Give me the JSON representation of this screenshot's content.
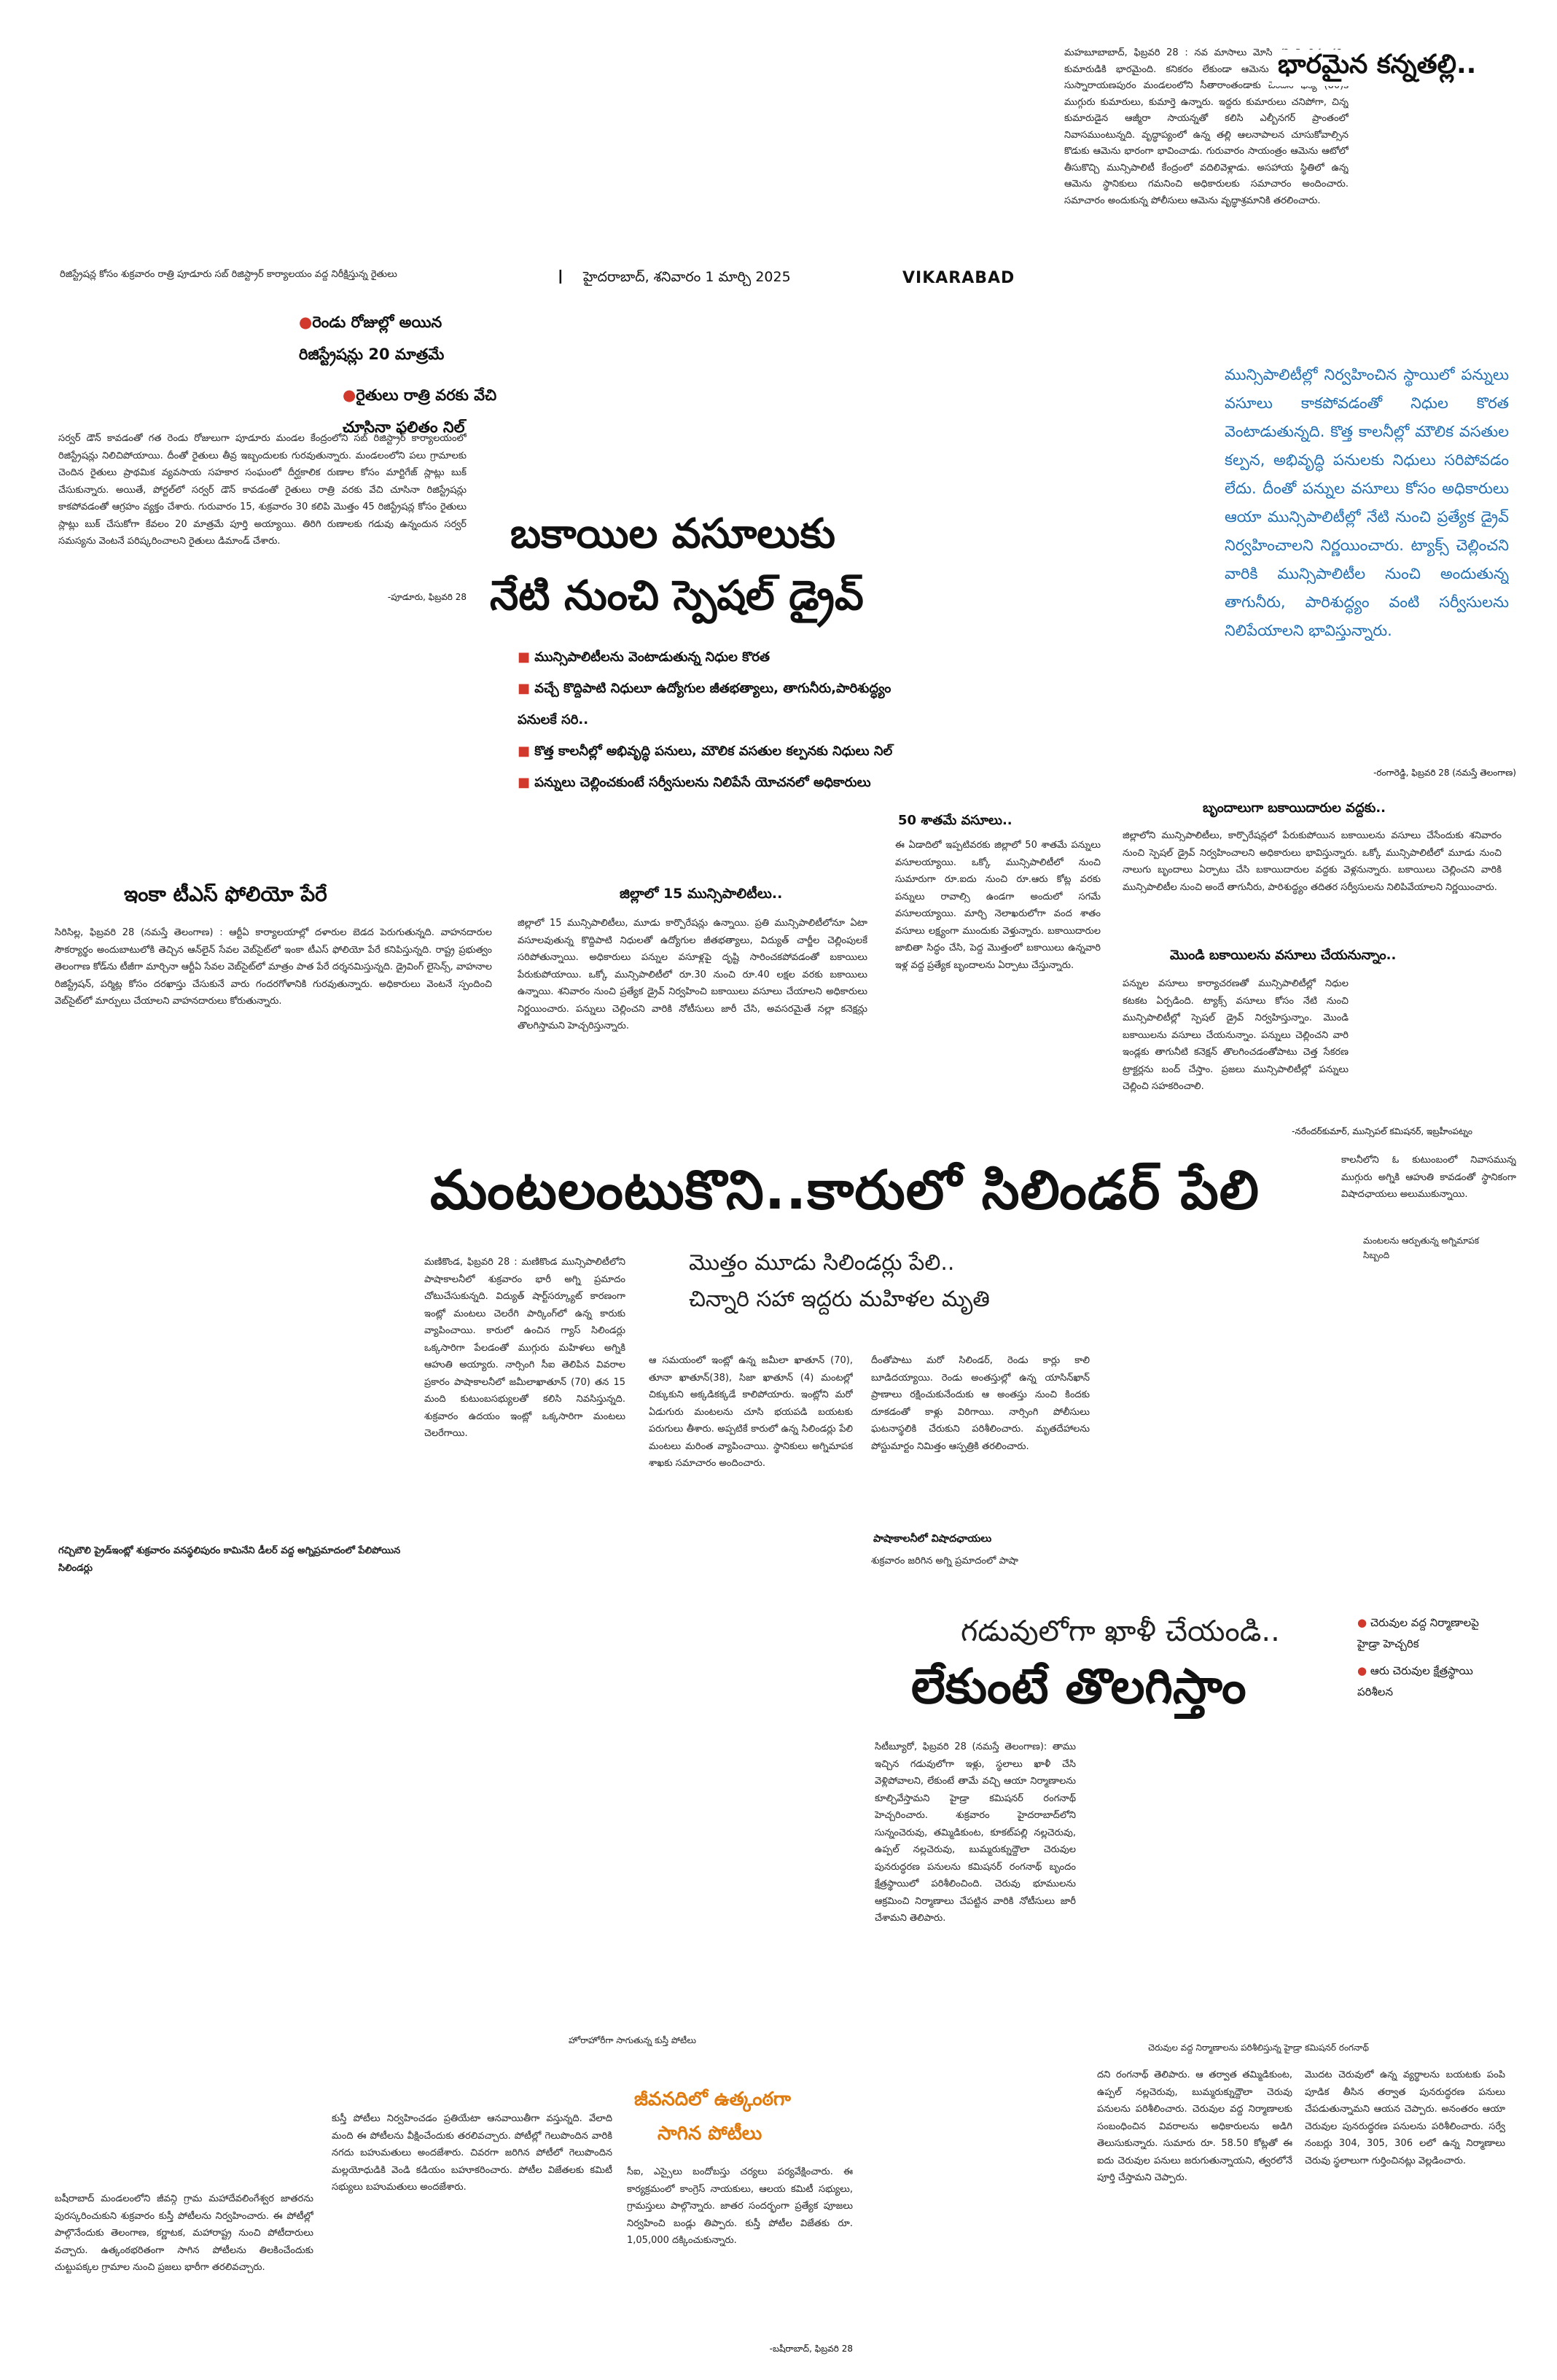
{
  "header": {
    "date_line": "హైదరాబాద్‌, శనివారం 1 మార్చి 2025",
    "edition": "VIKARABAD",
    "page_mark": "I"
  },
  "story_mother": {
    "title": "భారమైన కన్నతల్లి..",
    "body": "మహబూబాబాద్‌, ఫిబ్రవరి 28 : నవ మాసాలు మోసి..కని పెంచిన తల్లి.. కుమారుడికి భారమైంది. కనికరం లేకుండా ఆమెను రోడ్డున వదిలాడు. సుస్నారాయణపురం మండలంలోని సీతారాంతండాకు చెందిన భక్యీ (80)కి ముగ్గురు కుమారులు, కుమార్తె ఉన్నారు. ఇద్దరు కుమారులు చనిపోగా, చిన్న కుమారుడైన ఆజ్మీరా సాయన్నతో కలిసి ఎల్బీనగర్‌ ప్రాంతంలో నివాసముంటున్నది. వృద్ధాప్యంలో ఉన్న తల్లి ఆలనాపాలన చూసుకోవాల్సిన కొడుకు ఆమెను భారంగా భావించాడు. గురువారం సాయంత్రం ఆమెను ఆటోలో తీసుకొచ్చి మున్సిపాలిటీ కేంద్రంలో వదిలివెళ్లాడు. అసహాయ స్థితిలో ఉన్న ఆమెను స్థానికులు గమనించి అధికారులకు సమాచారం అందించారు. సమాచారం అందుకున్న పోలీసులు ఆమెను వృద్ధాశ్రమానికి తరలించారు."
  },
  "story_registration": {
    "caption": "రిజిస్ట్రేషన్ల కోసం శుక్రవారం రాత్రి పూడూరు సబ్‌ రిజిస్ట్రార్‌ కార్యాలయం వద్ద నిరీక్షిస్తున్న రైతులు",
    "bullets": [
      "రెండు రోజుల్లో అయిన రిజిస్ట్రేషన్లు 20 మాత్రమే",
      "రైతులు రాత్రి వరకు వేచి చూసినా ఫలితం నిల్‌"
    ],
    "body": "సర్వర్‌ డౌన్‌ కావడంతో గత రెండు రోజులుగా పూడూరు మండల కేంద్రంలోని సబ్‌ రిజిస్ట్రార్‌ కార్యాలయంలో రిజిస్ట్రేషన్లు నిలిచిపోయాయి. దీంతో రైతులు తీవ్ర ఇబ్బందులకు గురవుతున్నారు. మండలంలోని పలు గ్రామాలకు చెందిన రైతులు ప్రాథమిక వ్యవసాయ సహకార సంఘంలో దీర్ఘకాలిక రుణాల కోసం మార్టిగేజ్‌ స్లాట్లు బుక్‌ చేసుకున్నారు. అయితే, పోర్టల్‌లో సర్వర్‌ డౌన్‌ కావడంతో రైతులు రాత్రి వరకు వేచి చూసినా రిజిస్ట్రేషన్లు కాకపోవడంతో ఆగ్రహం వ్యక్తం చేశారు. గురువారం 15, శుక్రవారం 30 కలిపి మొత్తం 45 రిజిస్ట్రేషన్ల కోసం రైతులు స్లాట్లు బుక్‌ చేసుకోగా కేవలం 20 మాత్రమే పూర్తి అయ్యాయి. తిరిగి రుణాలకు గడువు ఉన్నందున సర్వర్‌ సమస్యను వెంటనే పరిష్కరించాలని రైతులు డిమాండ్‌ చేశారు.",
    "byline": "-పూడూరు, ఫిబ్రవరి 28"
  },
  "story_arrears": {
    "title_line1": "బకాయిల వసూలుకు",
    "title_line2": "నేటి నుంచి స్పెషల్‌ డ్రైవ్‌",
    "bullets": [
      "మున్సిపాలిటీలను వెంటాడుతున్న నిధుల కొరత",
      "వచ్చే కొద్దిపాటి నిధులూ ఉద్యోగుల జీతభత్యాలు, తాగునీరు,పారిశుద్ధ్యం పనులకే సరి..",
      "కొత్త కాలనీల్లో అభివృద్ధి పనులు, మౌలిక వసతుల కల్పనకు నిధులు నిల్‌",
      "పన్నులు చెల్లించకుంటే సర్వీసులను నిలిపేసే యోచనలో అధికారులు"
    ],
    "sub_head": "జిల్లాలో 15 మున్సిపాలిటీలు..",
    "body1": "జిల్లాలో 15 మున్సిపాలిటీలు, మూడు కార్పొరేషన్లు ఉన్నాయి. ప్రతి మున్సిపాలిటీలోనూ ఏటా వసూలవుతున్న కొద్దిపాటి నిధులతో ఉద్యోగుల జీతభత్యాలు, విద్యుత్‌ చార్జీల చెల్లింపులకే సరిపోతున్నాయి. అధికారులు పన్నుల వసూళ్లపై దృష్టి సారించకపోవడంతో బకాయిలు పేరుకుపోయాయి. ఒక్కో మున్సిపాలిటీలో రూ.30 నుంచి రూ.40 లక్షల వరకు బకాయిలు ఉన్నాయి. శనివారం నుంచి ప్రత్యేక డ్రైవ్‌ నిర్వహించి బకాయిలు వసూలు చేయాలని అధికారులు నిర్ణయించారు. పన్నులు చెల్లించని వారికి నోటీసులు జారీ చేసి, అవసరమైతే నల్లా కనెక్షన్లు తొలగిస్తామని హెచ్చరిస్తున్నారు.",
    "sub_head2": "50 శాతమే వసూలు..",
    "body2": "ఈ ఏడాదిలో ఇప్పటివరకు జిల్లాలో 50 శాతమే పన్నులు వసూలయ్యాయి. ఒక్కో మున్సిపాలిటీలో నుంచి సుమారుగా రూ.ఐదు నుంచి రూ.ఆరు కోట్ల వరకు పన్నులు రావాల్సి ఉండగా అందులో సగమే వసూలయ్యాయి. మార్చి నెలాఖరులోగా వంద శాతం వసూలు లక్ష్యంగా ముందుకు వెళ్తున్నారు. బకాయిదారుల జాబితా సిద్ధం చేసి, పెద్ద మొత్తంలో బకాయిలు ఉన్నవారి ఇళ్ల వద్ద ప్రత్యేక బృందాలను ఏర్పాటు చేస్తున్నారు."
  },
  "story_blue": {
    "body": "మున్సిపాలిటీల్లో నిర్వహించిన స్థాయిలో పన్నులు వసూలు కాకపోవడంతో నిధుల కొరత వెంటాడుతున్నది. కొత్త కాలనీల్లో మౌలిక వసతుల కల్పన, అభివృద్ధి పనులకు నిధులు సరిపోవడం లేదు. దీంతో పన్నుల వసూలు కోసం అధికారులు ఆయా మున్సిపాలిటీల్లో నేటి నుంచి ప్రత్యేక డ్రైవ్‌ నిర్వహించాలని నిర్ణయించారు. ట్యాక్స్‌ చెల్లించని వారికి మున్సిపాలిటీల నుంచి అందుతున్న తాగునీరు, పారిశుద్ధ్యం వంటి సర్వీసులను నిలిపేయాలని భావిస్తున్నారు.",
    "byline": "-రంగారెడ్డి, ఫిబ్రవరి 28 (నమస్తే తెలంగాణ)"
  },
  "story_teams": {
    "sub_head": "బృందాలుగా బకాయిదారుల వద్దకు..",
    "body": "జిల్లాలోని మున్సిపాలిటీలు, కార్పొరేషన్లలో పేరుకుపోయిన బకాయిలను వసూలు చేసేందుకు శనివారం నుంచి స్పెషల్‌ డ్రైవ్‌ నిర్వహించాలని అధికారులు భావిస్తున్నారు. ఒక్కో మున్సిపాలిటీలో మూడు నుంచి నాలుగు బృందాలు ఏర్పాటు చేసి బకాయిదారుల వద్దకు వెళ్లనున్నారు. బకాయిలు చెల్లించని వారికి మున్సిపాలిటీల నుంచి అందే తాగునీరు, పారిశుద్ధ్యం తదితర సర్వీసులను నిలిపివేయాలని నిర్ణయించారు.",
    "sub_head2": "మొండి బకాయిలను వసూలు చేయనున్నాం..",
    "body2": "పన్నుల వసూలు కార్యాచరణతో మున్సిపాలిటీల్లో నిధుల కటకట ఏర్పడింది. ట్యాక్స్‌ వసూలు కోసం నేటి నుంచి మున్సిపాలిటీల్లో స్పెషల్‌ డ్రైవ్‌ నిర్వహిస్తున్నాం. మొండి బకాయిలను వసూలు చేయనున్నాం. పన్నులు చెల్లించని వారి ఇండ్లకు తాగునీటి కనెక్షన్‌ తొలగించడంతోపాటు చెత్త సేకరణ ట్రాక్టర్లను బంద్‌ చేస్తాం. ప్రజలు మున్సిపాలిటీల్లో పన్నులు చెల్లించి సహకరించాలి.",
    "byline": "-నరేందర్‌కుమార్‌, మున్సిపల్‌ కమిషనర్‌, ఇబ్రహీంపట్నం"
  },
  "story_ts": {
    "title": "ఇంకా టీఎస్‌ ఫోలియో పేరే",
    "body": "సిరిసిల్ల, ఫిబ్రవరి 28 (నమస్తే తెలంగాణ) : ఆర్టీఏ కార్యాలయాల్లో దళారుల బెడద పెరుగుతున్నది. వాహనదారుల సౌకర్యార్థం అందుబాటులోకి తెచ్చిన ఆన్‌లైన్‌ సేవల వెబ్‌సైట్‌లో ఇంకా టీఎస్‌ ఫోలియో పేరే కనిపిస్తున్నది. రాష్ట్ర ప్రభుత్వం తెలంగాణ కోడ్‌ను టీజీగా మార్చినా ఆర్టీఏ సేవల వెబ్‌సైట్‌లో మాత్రం పాత పేరే దర్శనమిస్తున్నది. డ్రైవింగ్‌ లైసెన్స్‌, వాహనాల రిజిస్ట్రేషన్‌, పర్మిట్ల కోసం దరఖాస్తు చేసుకునే వారు గందరగోళానికి గురవుతున్నారు. అధికారులు వెంటనే స్పందించి వెబ్‌సైట్‌లో మార్పులు చేయాలని వాహనదారులు కోరుతున్నారు."
  },
  "story_fire": {
    "title": "మంటలంటుకొని..కారులో సిలిండర్‌ పేలి",
    "sub1": "మొత్తం మూడు సిలిండర్లు పేలి..",
    "sub2": "చిన్నారి సహా ఇద్దరు మహిళల మృతి",
    "side_caption": "మంటలను ఆర్పుతున్న అగ్నిమాపక సిబ్బంది",
    "side_text": "కాలనీలోని ఓ కుటుంబంలో నివాసమున్న ముగ్గురు అగ్నికి ఆహుతి కావడంతో స్థానికంగా విషాదఛాయలు అలుముకున్నాయి.",
    "photo_caption": "గచ్చిబౌలి ప్రైడ్‌ఇంట్లో శుక్రవారం వనస్థలిపురం కామినేని డీలర్‌ వద్ద అగ్నిప్రమాదంలో పేలిపోయిన సిలిండర్లు",
    "body1": "మణికొండ, ఫిబ్రవరి 28 : మణికొండ మున్సిపాలిటీలోని పాషాకాలనీలో శుక్రవారం భారీ అగ్ని ప్రమాదం చోటుచేసుకున్నది. విద్యుత్‌ షార్ట్‌సర్క్యూట్‌ కారణంగా ఇంట్లో మంటలు చెలరేగి పార్కింగ్‌లో ఉన్న కారుకు వ్యాపించాయి. కారులో ఉంచిన గ్యాస్‌ సిలిండర్లు ఒక్కసారిగా పేలడంతో ముగ్గురు మహిళలు అగ్నికి ఆహుతి అయ్యారు. నార్సింగి సీఐ తెలిపిన వివరాల ప్రకారం పాషాకాలనీలో జమీలాఖాతూన్‌ (70) తన 15 మంది కుటుంబసభ్యులతో కలిసి నివసిస్తున్నది. శుక్రవారం ఉదయం ఇంట్లో ఒక్కసారిగా మంటలు చెలరేగాయి.",
    "body2": "ఆ సమయంలో ఇంట్లో ఉన్న జమీలా ఖాతూన్‌ (70), తూనా ఖాతూన్‌(38), సిజా ఖాతూన్‌ (4) మంటల్లో చిక్కుకుని అక్కడికక్కడే కాలిపోయారు. ఇంట్లోని మరో ఏడుగురు మంటలను చూసి భయపడి బయటకు పరుగులు తీశారు. అప్పటికే కారులో ఉన్న సిలిండర్లు పేలి మంటలు మరింత వ్యాపించాయి. స్థానికులు అగ్నిమాపక శాఖకు సమాచారం అందించారు.",
    "body3": "దీంతోపాటు మరో సిలిండర్‌, రెండు కార్లు కాలి బూడిదయ్యాయి. రెండు అంతస్తుల్లో ఉన్న యాసిన్‌ఖాన్‌ ప్రాణాలు రక్షించుకునేందుకు ఆ అంతస్తు నుంచి కిందకు దూకడంతో కాళ్లు విరిగాయి. నార్సింగి పోలీసులు ఘటనాస్థలికి చేరుకుని పరిశీలించారు. మృతదేహాలను పోస్టుమార్టం నిమిత్తం ఆస్పత్రికి తరలించారు.",
    "sub3": "పాషాకాలనీలో విషాదఛాయలు",
    "body4": "శుక్రవారం జరిగిన అగ్ని ప్రమాదంలో పాషా"
  },
  "story_lakes": {
    "title1": "గడువులోగా ఖాళీ చేయండి..",
    "title2": "లేకుంటే తొలగిస్తాం",
    "bullets": [
      "చెరువుల వద్ద నిర్మాణాలపై హైడ్రా హెచ్చరిక",
      "ఆరు చెరువుల క్షేత్రస్థాయి పరిశీలన"
    ],
    "photo_caption": "చెరువుల వద్ద నిర్మాణాలను పరిశీలిస్తున్న హైడ్రా కమిషనర్‌ రంగనాథ్‌",
    "body1": "సిటీబ్యూరో, ఫిబ్రవరి 28 (నమస్తే తెలంగాణ): తాము ఇచ్చిన గడువులోగా ఇళ్లు, స్థలాలు ఖాళీ చేసి వెళ్లిపోవాలని, లేకుంటే తామే వచ్చి ఆయా నిర్మాణాలను కూల్చివేస్తామని హైడ్రా కమిషనర్‌ రంగనాథ్‌ హెచ్చరించారు. శుక్రవారం హైదరాబాద్‌లోని సున్నంచెరువు, తమ్మిడికుంట, కూకట్‌పల్లి నల్లచెరువు, ఉప్పల్‌ నల్లచెరువు, బుమ్మరుక్నుద్దౌలా చెరువుల పునరుద్ధరణ పనులను కమిషనర్‌ రంగనాథ్‌ బృందం క్షేత్రస్థాయిలో పరిశీలించింది. చెరువు భూములను ఆక్రమించి నిర్మాణాలు చేపట్టిన వారికి నోటీసులు జారీ చేశామని తెలిపారు.",
    "body2": "దని రంగనాథ్‌ తెలిపారు. ఆ తర్వాత తమ్మిడికుంట, ఉప్పల్‌ నల్లచెరువు, బుమ్మరుక్నుద్దౌలా చెరువు పనులను పరిశీలించారు. చెరువుల వద్ద నిర్మాణాలకు సంబంధించిన వివరాలను అధికారులను అడిగి తెలుసుకున్నారు. సుమారు రూ. 58.50 కోట్లతో ఈ ఐదు చెరువుల పనులు జరుగుతున్నాయని, త్వరలోనే పూర్తి చేస్తామని చెప్పారు.",
    "body3": "మొదట చెరువులో ఉన్న వ్యర్థాలను బయటకు పంపి పూడిక తీసిన తర్వాత పునరుద్ధరణ పనులు చేపడుతున్నామని ఆయన చెప్పారు. అనంతరం ఆయా చెరువుల పునరుద్ధరణ పనులను పరిశీలించారు. సర్వే నంబర్లు 304, 305, 306 లలో ఉన్న నిర్మాణాలు చెరువు స్థలాలుగా గుర్తించినట్లు వెల్లడించారు.",
    "photo2_caption": "హోరాహోరీగా సాగుతున్న కుస్తీ పోటీలు"
  },
  "story_kusti": {
    "title1": "జీవనదిలో ఉత్కంఠగా",
    "title2": "సాగిన పోటీలు",
    "body1": "బషీరాబాద్‌ మండలంలోని జీవన్గి గ్రామ మహాదేవలింగేశ్వర జాతరను పురస్కరించుకుని శుక్రవారం కుస్తీ పోటీలను నిర్వహించారు. ఈ పోటీల్లో పాల్గొనేందుకు తెలంగాణ, కర్ణాటక, మహారాష్ట్ర నుంచి పోటీదారులు వచ్చారు. ఉత్కంఠభరితంగా సాగిన పోటీలను తిలకించేందుకు చుట్టుపక్కల గ్రామాల నుంచి ప్రజలు భారీగా తరలివచ్చారు.",
    "body2": "కుస్తీ పోటీలు నిర్వహించడం ప్రతియేటా ఆనవాయితీగా వస్తున్నది. వేలాది మంది ఈ పోటీలను వీక్షించేందుకు తరలివచ్చారు. పోటీల్లో గెలుపొందిన వారికి నగదు బహుమతులు అందజేశారు. చివరగా జరిగిన పోటీలో గెలుపొందిన మల్లయోధుడికి వెండి కడియం బహూకరించారు. పోటీల విజేతలకు కమిటీ సభ్యులు బహుమతులు అందజేశారు.",
    "body3": "సీఐ, ఎస్సైలు బందోబస్తు చర్యలు పర్యవేక్షించారు. ఈ కార్యక్రమంలో కాంగ్రెస్‌ నాయకులు, ఆలయ కమిటీ సభ్యులు, గ్రామస్తులు పాల్గొన్నారు. జాతర సందర్భంగా ప్రత్యేక పూజలు నిర్వహించి బండ్లు తిప్పారు. కుస్తీ పోటీల విజేతకు రూ. 1,05,000 దక్కించుకున్నారు.",
    "byline": "-బషీరాబాద్‌, ఫిబ్రవరి 28"
  }
}
